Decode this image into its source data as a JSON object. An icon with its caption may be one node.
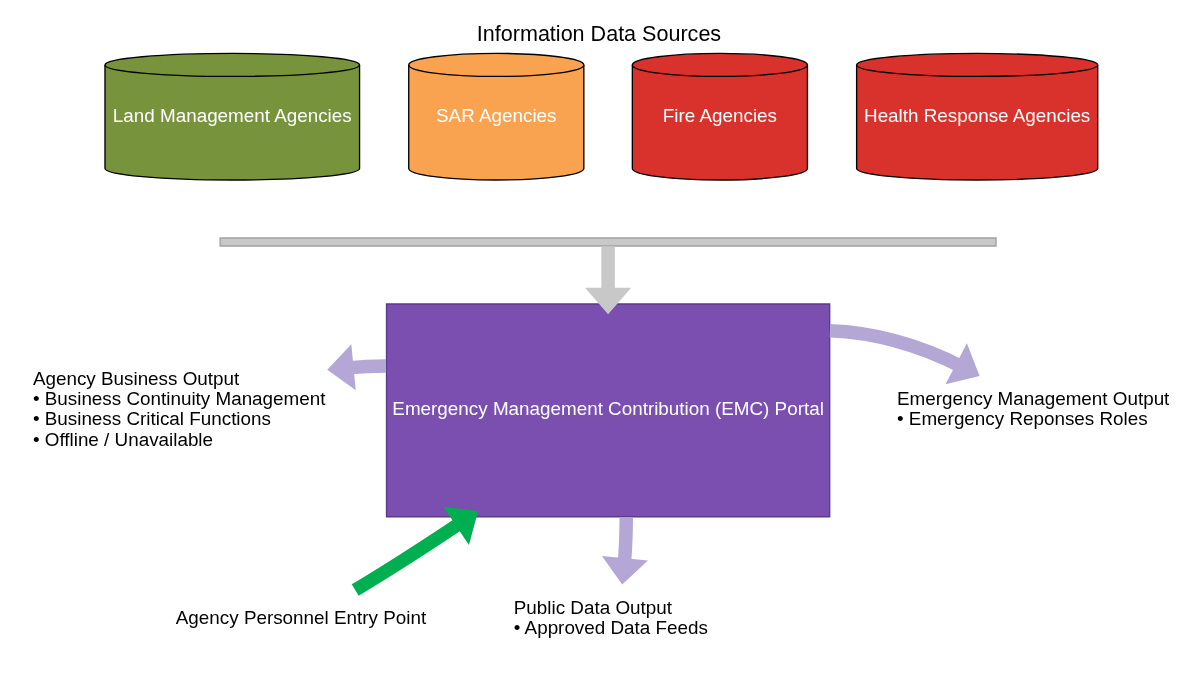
{
  "diagram": {
    "title": "Information Data Sources",
    "nodes": [
      {
        "text": [
          "Land Management Agencies"
        ]
      },
      {
        "text": [
          "SAR Agencies"
        ]
      },
      {
        "text": [
          "Fire Agencies"
        ]
      },
      {
        "text": [
          "Health Response Agencies"
        ]
      },
      {
        "text": [],
        "shape": "bar"
      },
      {
        "text": [
          "Emergency Management Contribution (EMC) Portal"
        ]
      },
      {
        "text": [
          "Agency Business Output",
          "• Business Continuity Management",
          "• Business Critical Functions",
          "• Offline / Unavailable"
        ]
      },
      {
        "text": [
          "Emergency Management Output",
          "• Emergency Reponses Roles"
        ]
      },
      {
        "text": [
          "Public Data Output",
          "• Approved Data Feeds"
        ]
      },
      {
        "text": [
          "Agency Personnel Entry Point"
        ]
      }
    ],
    "edges": [
      {
        "from": 4,
        "to": 5,
        "arrow": "to",
        "color": "#c8c8c8"
      },
      {
        "from": 5,
        "to": 6,
        "arrow": "to"
      },
      {
        "from": 5,
        "to": 7,
        "arrow": "to"
      },
      {
        "from": 5,
        "to": 8,
        "arrow": "to"
      },
      {
        "from": 9,
        "to": 5,
        "arrow": "to",
        "color": "#00b050"
      }
    ]
  }
}
